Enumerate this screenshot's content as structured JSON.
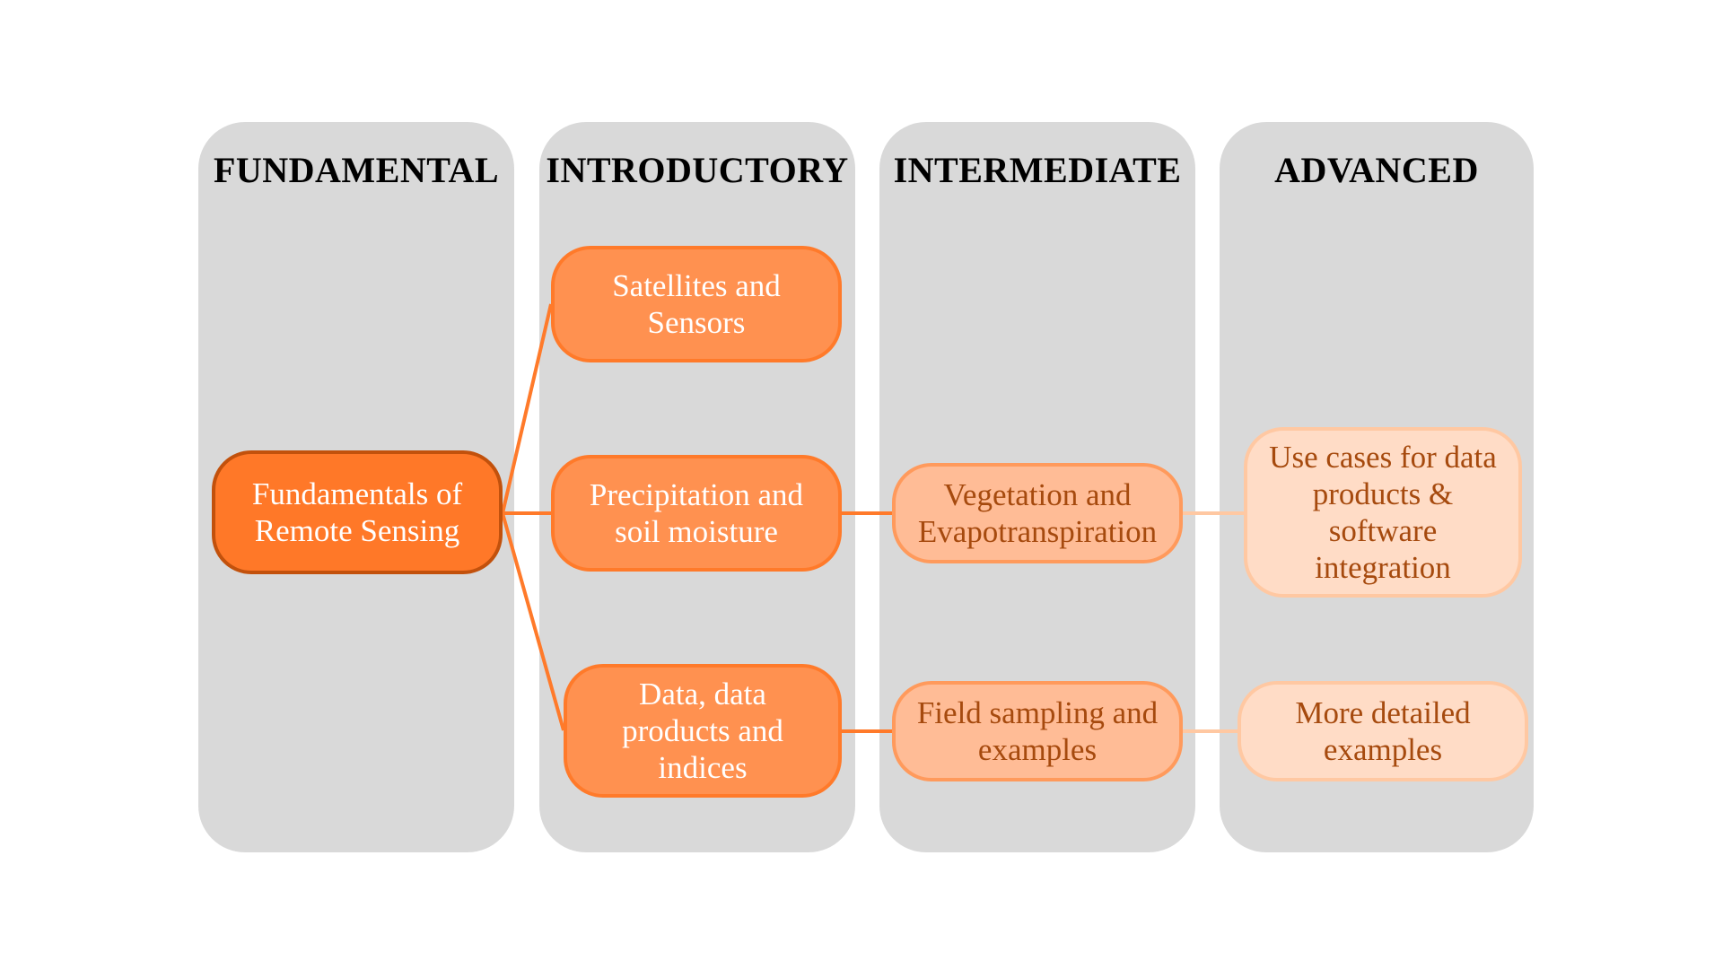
{
  "columns": [
    {
      "title": "FUNDAMENTAL"
    },
    {
      "title": "INTRODUCTORY"
    },
    {
      "title": "INTERMEDIATE"
    },
    {
      "title": "ADVANCED"
    }
  ],
  "nodes": {
    "fundamentals": {
      "lines": [
        "Fundamentals of",
        "Remote Sensing"
      ]
    },
    "satellites": {
      "lines": [
        "Satellites and",
        "Sensors"
      ]
    },
    "precipitation": {
      "lines": [
        "Precipitation and",
        "soil moisture"
      ]
    },
    "data_products": {
      "lines": [
        "Data, data",
        "products and",
        "indices"
      ]
    },
    "vegetation": {
      "lines": [
        "Vegetation and",
        "Evapotranspiration"
      ]
    },
    "field_sampling": {
      "lines": [
        "Field sampling and",
        "examples"
      ]
    },
    "use_cases": {
      "lines": [
        "Use cases for data",
        "products &",
        "software",
        "integration"
      ]
    },
    "more_examples": {
      "lines": [
        "More detailed",
        "examples"
      ]
    }
  },
  "colors": {
    "column_background": "#d9d9d9",
    "fundamental_fill": "#ff7828",
    "introductory_fill": "#ff9150",
    "intermediate_fill": "#ffbc96",
    "advanced_fill": "#ffdcc6",
    "connector_strong": "#ff7a2a",
    "connector_light": "#ffc8a2"
  }
}
